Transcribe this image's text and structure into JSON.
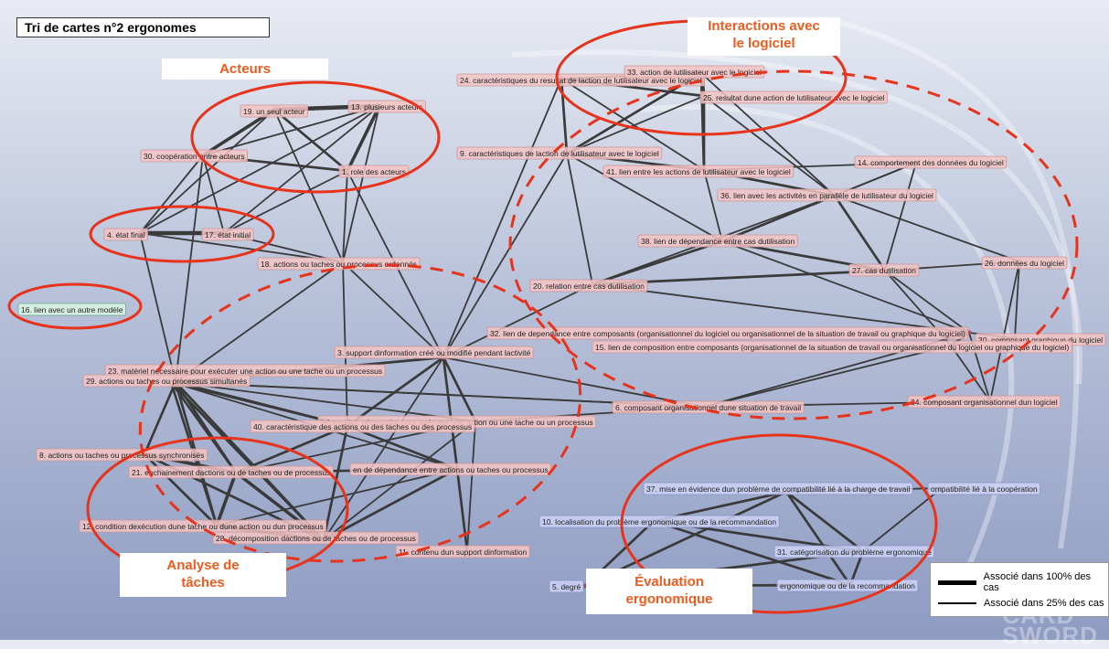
{
  "title": "Tri de cartes n°2 ergonomes",
  "groups": {
    "acteurs": "Acteurs",
    "interactions": [
      "Interactions avec",
      "le logiciel"
    ],
    "analyse": [
      "Analyse de",
      "tâches"
    ],
    "evaluation": [
      "Évaluation",
      "ergonomique"
    ]
  },
  "legend": {
    "row1": "Associé dans 100% des cas",
    "row2": "Associé dans 25% des cas"
  },
  "watermark": [
    "CARD",
    "SWORD"
  ],
  "nodes": {
    "n1": "1. role des acteurs",
    "n3": "3. support dinformation créé ou modifié pendant lactivité",
    "n4": "4. état final",
    "n5": "5. degré",
    "n8": "8. actions ou taches ou processus synchronisés",
    "n9": "9. caractéristiques de laction de lutilisateur avec le logiciel",
    "n10": "10. localisation du problème ergonomique ou de la recommandation",
    "n11": "11. contenu dun support dinformation",
    "n12": "12. condition dexécution dune tache ou dune action ou dun processus",
    "n13": "13. plusieurs acteurs",
    "n14": "14. comportement des données du logiciel",
    "n15": "15. lien de composition entre composants (organisationnel de la situation de travail ou organisationnel du logiciel ou graphique du logiciel)",
    "n16": "16. lien avec un autre modèle",
    "n17": "17. état initial",
    "n18": "18. actions ou taches ou processus ordonnés",
    "n19": "19. un seul acteur",
    "n20": "20. relation entre cas dutilisation",
    "n21": "21. enchainement dactions ou de taches ou de processus",
    "n22": "information nécessaire pour exécuter une action ou une tache ou un processus",
    "n23": "23. matériel nécessaire pour exécuter une action ou une tache ou un processus",
    "n24": "24. caractéristiques du resultat de laction de lutilisateur avec le logiciel",
    "n25": "25. resultat dune action de lutilisateur avec le logiciel",
    "n26": "26. données du logiciel",
    "n27": "27. cas dutilisation",
    "n28": "28. décomposition dactions ou de taches ou de processus",
    "n29": "29. actions ou taches ou processus simultanés",
    "n30": "30. coopération entre acteurs",
    "n30b": "30. composant graphique du logiciel",
    "n31": "31. catégorisation du problème ergonomique",
    "n32": "32. lien de dependance entre composants (organisationnel du logiciel ou organisationnel de la situation de travail ou graphique du logiciel)",
    "n33": "33. action de lutilisateur avec le logiciel",
    "n34": "34. composant organisationnel dun logiciel",
    "n35": "en de dépendance entre actions ou taches ou processus",
    "n36": "36. lien avec les activités en parallèle de lutilisateur du logiciel",
    "n37": "37. mise en évidence dun problème de compatibilité lié à la charge de travail",
    "n37b": "ompatibilité lié à la coopération",
    "n38": "38. lien de dépendance entre cas dutilisation",
    "n39": "ergonomique ou de la recommandation",
    "n40": "40. caractéristique des actions ou des taches ou des processus",
    "n41": "41. lien entre les actions de lutilisateur avec le logiciel",
    "n6": "6. composant organisationnel dune situation de travail"
  }
}
